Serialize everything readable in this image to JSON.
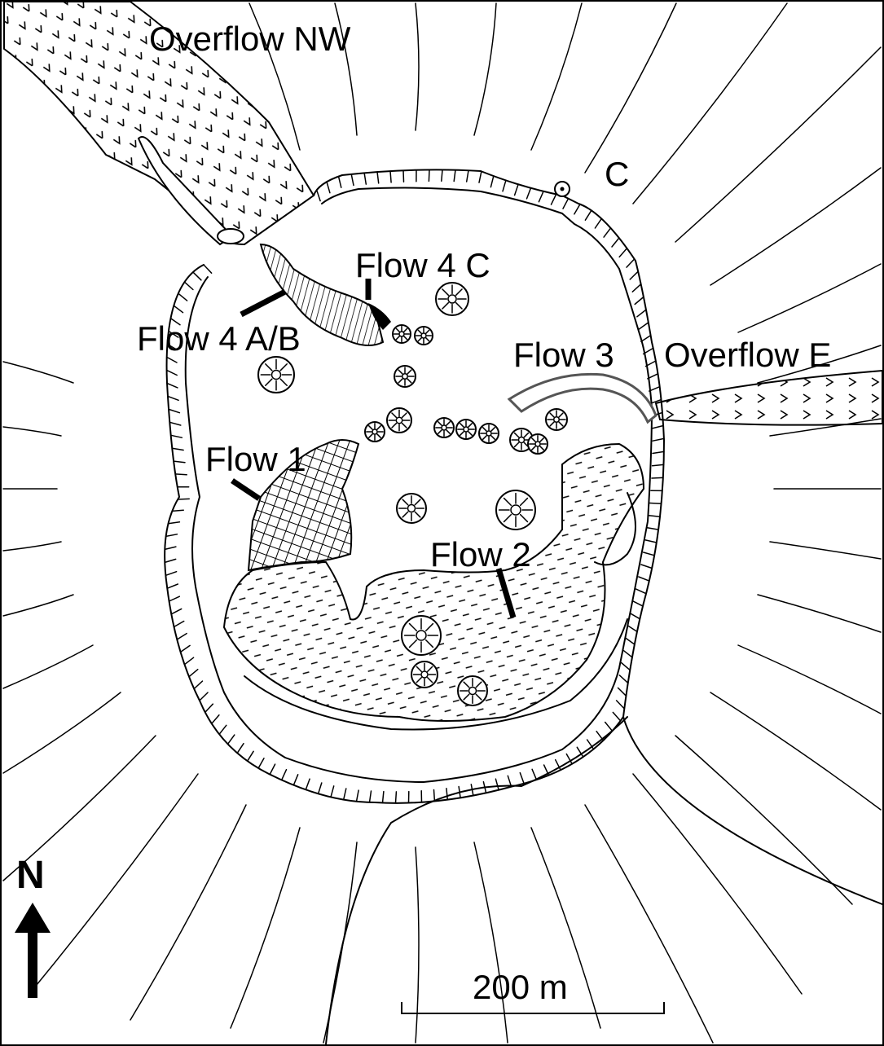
{
  "map": {
    "labels": {
      "overflow_nw": "Overflow NW",
      "vent_c": "C",
      "flow_4c": "Flow 4 C",
      "flow_4ab": "Flow 4 A/B",
      "flow_3": "Flow 3",
      "overflow_e": "Overflow E",
      "flow_1": "Flow 1",
      "flow_2": "Flow 2"
    },
    "north_label": "N",
    "scale_label": "200 m"
  }
}
